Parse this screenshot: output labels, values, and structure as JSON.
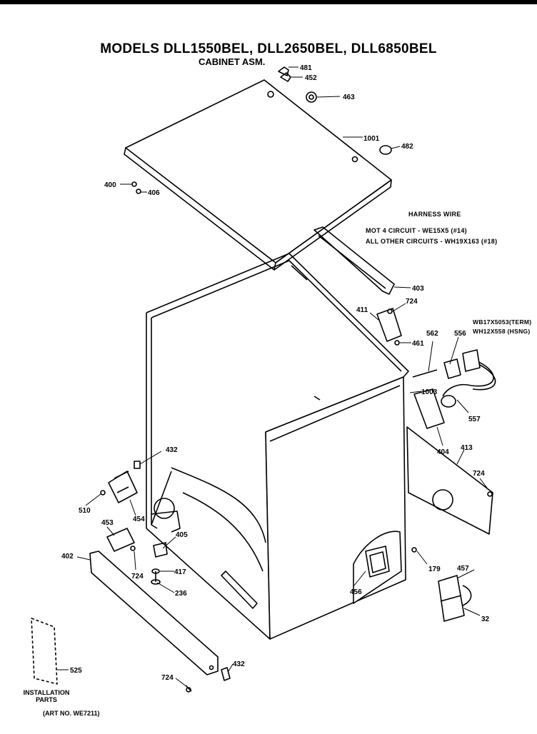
{
  "title": "MODELS DLL1550BEL, DLL2650BEL, DLL6850BEL",
  "subtitle": "CABINET ASM.",
  "harness": {
    "heading": "HARNESS WIRE",
    "line1": "MOT 4 CIRCUIT - WE15X5 (#14)",
    "line2": "ALL OTHER CIRCUITS - WH19X163 (#18)"
  },
  "cord_parts": {
    "term": "WB17X5053(TERM)",
    "hsng": "WH12X558 (HSNG)"
  },
  "labels": {
    "p481": "481",
    "p452": "452",
    "p463": "463",
    "p1001": "1001",
    "p482": "482",
    "p400": "400",
    "p406": "406",
    "p403": "403",
    "p724a": "724",
    "p411": "411",
    "p461": "461",
    "p562": "562",
    "p556": "556",
    "p1003": "1003",
    "p557": "557",
    "p404": "404",
    "p413": "413",
    "p724b": "724",
    "p432a": "432",
    "p510": "510",
    "p454": "454",
    "p453": "453",
    "p405": "405",
    "p724c": "724",
    "p417": "417",
    "p236": "236",
    "p402": "402",
    "p456": "456",
    "p179": "179",
    "p457": "457",
    "p32": "32",
    "p525": "525",
    "p724d": "724",
    "p432b": "432"
  },
  "installation": "INSTALLATION PARTS",
  "art_no": "(ART NO. WE7211)"
}
